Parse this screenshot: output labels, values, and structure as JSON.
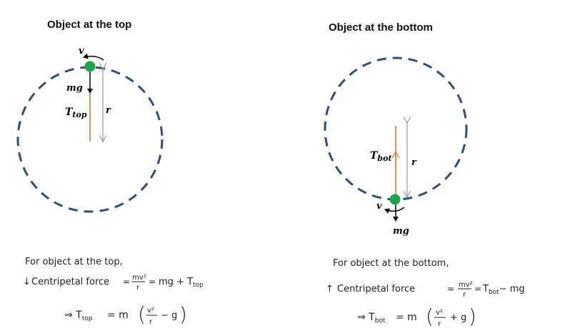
{
  "panels": {
    "top": {
      "title": "Object at the top",
      "v": "v",
      "mg": "mg",
      "tension": "T",
      "tension_sub": "top",
      "radius": "r"
    },
    "bottom": {
      "title": "Object at the bottom",
      "v": "v",
      "mg": "mg",
      "tension": "T",
      "tension_sub": "bot",
      "radius": "r"
    }
  },
  "notes": {
    "top": {
      "heading": "For object at the top,",
      "line1_arrow": "↓",
      "line1_label": "Centripetal force",
      "line1_rhs": "mg + T",
      "line1_rhs_sub": "top",
      "line2_prefix": "⇒ T",
      "line2_prefix_sub": "top",
      "line2_rhs": "= m",
      "line2_tail": "− g"
    },
    "bottom": {
      "heading": "For object at the bottom,",
      "line1_arrow": "↑",
      "line1_label": "Centripetal force",
      "line1_rhs_t": "T",
      "line1_rhs_sub": "bot",
      "line1_rhs_tail": "− mg",
      "line2_prefix": "⇒ T",
      "line2_prefix_sub": "bot",
      "line2_rhs": "= m",
      "line2_tail": "+ g"
    },
    "frac_num": "mv²",
    "frac_den": "r",
    "frac2_num": "v²",
    "frac2_den": "r",
    "eq": "="
  },
  "colors": {
    "circle": "#2e4e7c",
    "ball": "#1aa548",
    "tension": "#e07b20",
    "radius": "#9a9a9a",
    "arrow": "#000000"
  }
}
